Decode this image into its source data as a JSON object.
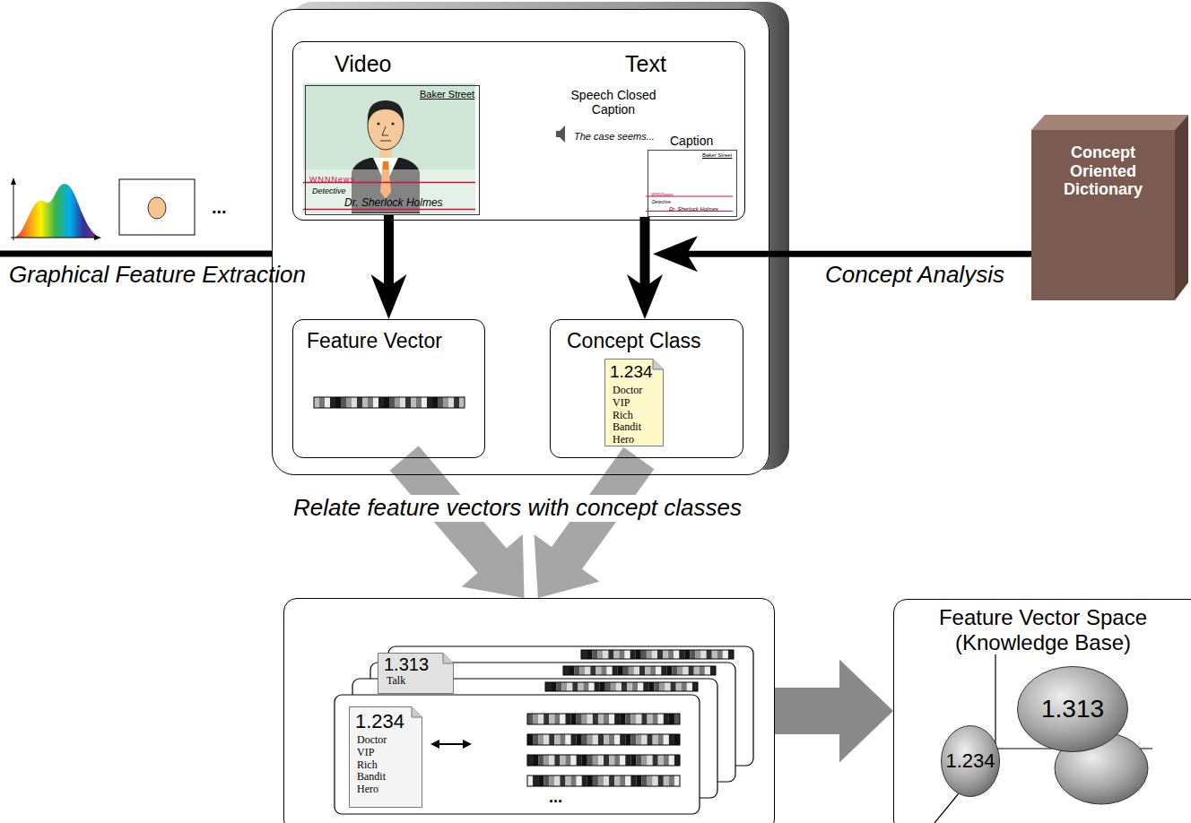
{
  "diagram": {
    "nodes": [
      {
        "text": []
      },
      {
        "text": [
          "Video",
          "Text",
          "Speech Closed Caption",
          "The case seems..."
        ],
        "in": 0
      },
      {
        "text": [
          "Baker Street",
          "WNNNews",
          "Detective",
          "Dr. Sherlock Holmes"
        ],
        "in": 1
      },
      {
        "text": [
          "Caption",
          "Baker Street",
          "WNNNews",
          "Detective",
          "Dr. Sherlock Holmes"
        ],
        "in": 1
      },
      {
        "text": [
          "Feature Vector"
        ],
        "in": 0
      },
      {
        "text": [
          "Concept Class"
        ],
        "in": 0
      },
      {
        "text": [
          "1.234",
          "Doctor VIP Rich Bandit Hero"
        ],
        "in": 5
      },
      {
        "text": [
          "Concept Oriented Dictionary"
        ]
      },
      {
        "text": []
      },
      {
        "text": [
          "1.313",
          "Talk"
        ],
        "in": 8
      },
      {
        "text": [
          "1.234",
          "Doctor VIP Rich Bandit Hero"
        ],
        "in": 8
      },
      {
        "text": [
          "Feature Vector Space (Knowledge Base)"
        ]
      },
      {
        "text": [
          "1.313"
        ],
        "in": 11
      },
      {
        "text": [
          "1.234"
        ],
        "in": 11
      }
    ],
    "edges": [
      {
        "from": 2,
        "to": 4,
        "arrow": "to"
      },
      {
        "from": 3,
        "to": 5,
        "arrow": "to"
      },
      {
        "from": 7,
        "to": 5,
        "arrow": "to",
        "label": "Concept Analysis"
      },
      {
        "from": 4,
        "to": 8,
        "arrow": "to"
      },
      {
        "from": 5,
        "to": 8,
        "arrow": "to"
      },
      {
        "from": 8,
        "to": 11,
        "arrow": "to"
      }
    ],
    "labels": [
      "Graphical Feature Extraction",
      "...",
      "Relate feature vectors with concept classes",
      "..."
    ]
  }
}
